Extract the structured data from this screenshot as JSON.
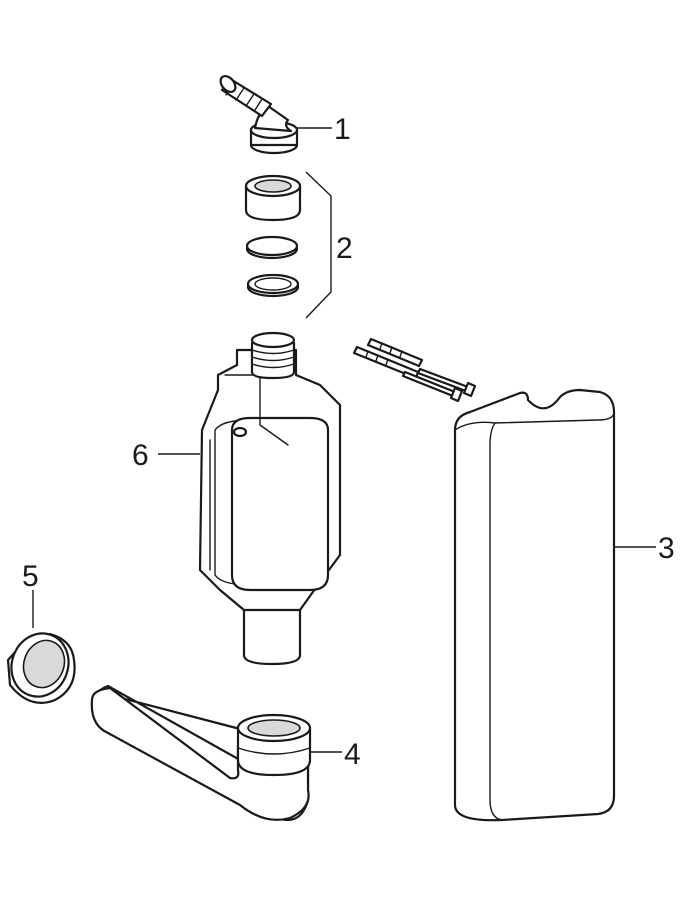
{
  "callouts": {
    "c1": "1",
    "c2": "2",
    "c3": "3",
    "c4": "4",
    "c5": "5",
    "c6": "6"
  },
  "parts": {
    "p1": "angled-hose-connector",
    "p2": "seal-set",
    "p3": "cover-box",
    "p4": "bent-drain-pipe",
    "p5": "rubber-seal-ring",
    "p6": "siphon-trap-body",
    "p7": "wall-plugs-and-screws"
  }
}
